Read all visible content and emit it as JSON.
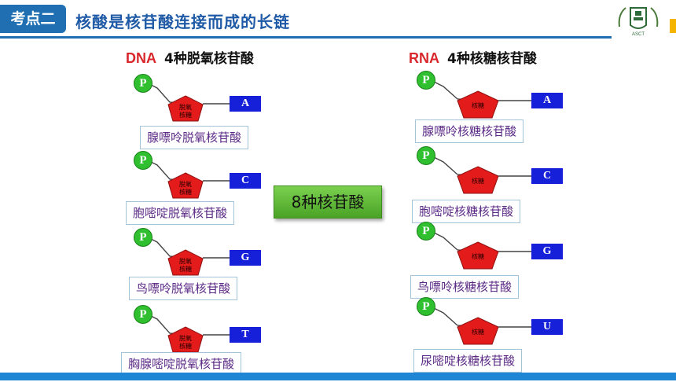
{
  "header": {
    "tag": "考点二",
    "title": "核酸是核苷酸连接而成的长链",
    "logo_text": "ASCT"
  },
  "dna": {
    "code": "DNA",
    "heading": "4种脱氧核苷酸",
    "units": [
      {
        "p": "P",
        "sugar": "脱氧核糖",
        "base": "A",
        "name": "腺嘌呤脱氧核苷酸"
      },
      {
        "p": "P",
        "sugar": "脱氧核糖",
        "base": "C",
        "name": "胞嘧啶脱氧核苷酸"
      },
      {
        "p": "P",
        "sugar": "脱氧核糖",
        "base": "G",
        "name": "鸟嘌呤脱氧核苷酸"
      },
      {
        "p": "P",
        "sugar": "脱氧核糖",
        "base": "T",
        "name": "胸腺嘧啶脱氧核苷酸"
      }
    ]
  },
  "rna": {
    "code": "RNA",
    "heading": "4种核糖核苷酸",
    "units": [
      {
        "p": "P",
        "sugar": "核糖",
        "base": "A",
        "name": "腺嘌呤核糖核苷酸"
      },
      {
        "p": "P",
        "sugar": "核糖",
        "base": "C",
        "name": "胞嘧啶核糖核苷酸"
      },
      {
        "p": "P",
        "sugar": "核糖",
        "base": "G",
        "name": "鸟嘌呤核糖核苷酸"
      },
      {
        "p": "P",
        "sugar": "核糖",
        "base": "U",
        "name": "尿嘧啶核糖核苷酸"
      }
    ]
  },
  "center": "8种核苷酸",
  "colors": {
    "phosphate": "#2fbf2f",
    "sugar": "#e41b1b",
    "base": "#1620d8",
    "title": "#1f5aa6",
    "tag": "#1f6fb2"
  }
}
